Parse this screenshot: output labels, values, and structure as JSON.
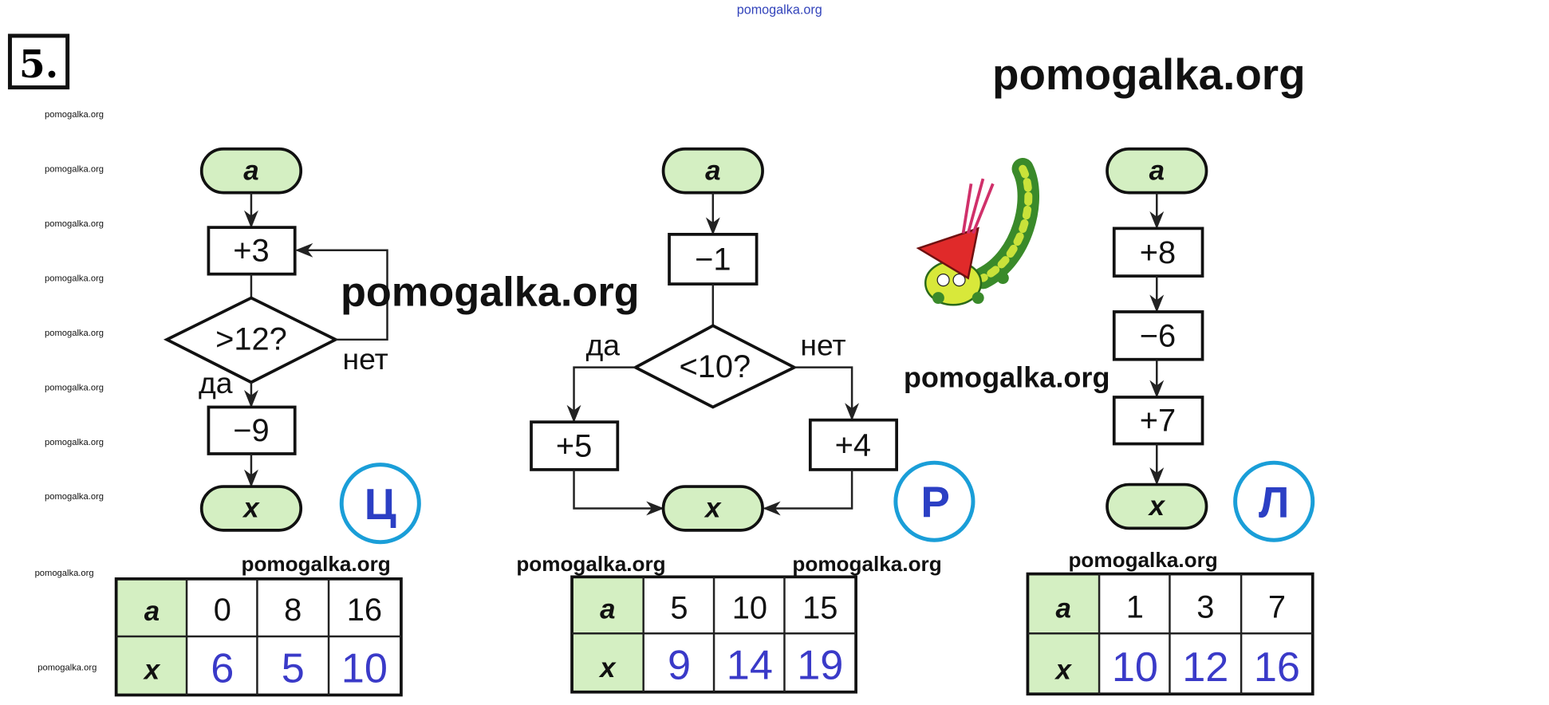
{
  "header": {
    "task_number": "5.",
    "watermark_top": "pomogalka.org",
    "watermark_big": "pomogalka.org",
    "watermark_mid": "pomogalka.org",
    "watermark_right": "pomogalka.org",
    "side_watermarks": [
      "pomogalka.org",
      "pomogalka.org",
      "pomogalka.org",
      "pomogalka.org",
      "pomogalka.org",
      "pomogalka.org",
      "pomogalka.org",
      "pomogalka.org"
    ],
    "table_watermarks": [
      "pomogalka.org",
      "pomogalka.org",
      "pomogalka.org",
      "pomogalka.org",
      "pomogalka.org",
      "pomogalka.org"
    ]
  },
  "flowcharts": [
    {
      "letter": "Ц",
      "input": "a",
      "output": "x",
      "steps": [
        "+3",
        ">12?",
        "−9"
      ],
      "yes": "да",
      "no": "нет",
      "table": {
        "row1_label": "a",
        "row2_label": "x",
        "a": [
          "0",
          "8",
          "16"
        ],
        "x": [
          "6",
          "5",
          "10"
        ]
      }
    },
    {
      "letter": "Р",
      "input": "a",
      "output": "x",
      "steps": [
        "−1",
        "<10?",
        "+5",
        "+4"
      ],
      "yes": "да",
      "no": "нет",
      "table": {
        "row1_label": "a",
        "row2_label": "x",
        "a": [
          "5",
          "10",
          "15"
        ],
        "x": [
          "9",
          "14",
          "19"
        ]
      }
    },
    {
      "letter": "Л",
      "input": "a",
      "output": "x",
      "steps": [
        "+8",
        "−6",
        "+7"
      ],
      "table": {
        "row1_label": "a",
        "row2_label": "x",
        "a": [
          "1",
          "3",
          "7"
        ],
        "x": [
          "10",
          "12",
          "16"
        ]
      }
    }
  ],
  "colors": {
    "terminal": "#d4efc2",
    "circle": "#1a9ed8",
    "answer": "#3a3ac8"
  }
}
